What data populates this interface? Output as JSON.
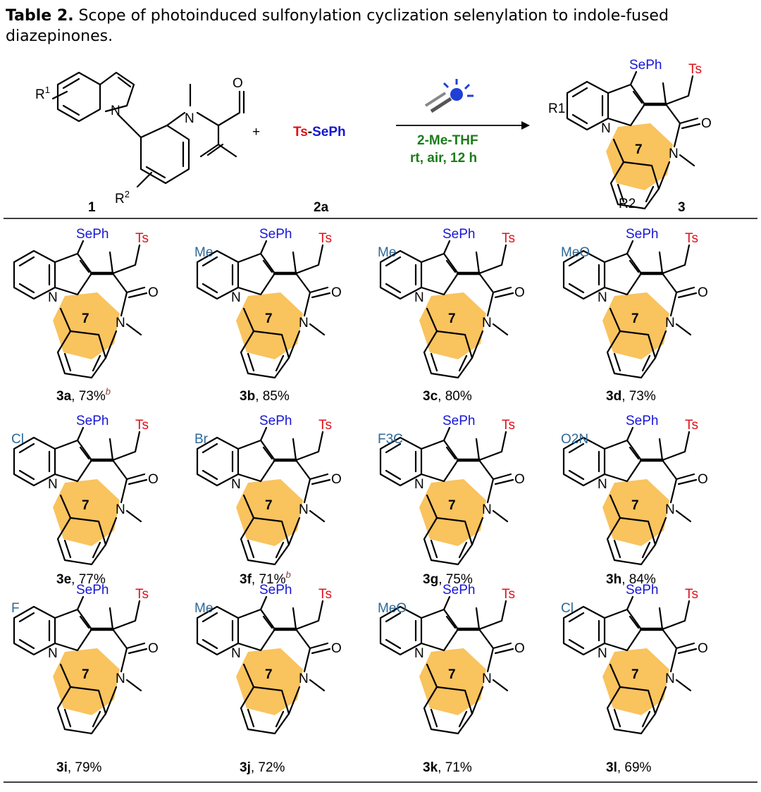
{
  "caption": {
    "label": "Table 2.",
    "text": " Scope of photoinduced sulfonylation cyclization selenylation to indole-fused diazepinones."
  },
  "colors": {
    "ts": "#e0101a",
    "seph": "#1616d6",
    "green": "#1a7d1a",
    "substituent": "#2e6896",
    "ring": "#f9c35e",
    "sup_b": "#8b3a3a"
  },
  "scheme": {
    "sm_label": "1",
    "r1": "R",
    "r1_sup": "1",
    "r2": "R",
    "r2_sup": "2",
    "plus": "+",
    "reagent_ts": "Ts",
    "reagent_dash": "-",
    "reagent_seph": "SePh",
    "reagent_label": "2a",
    "cond1": "2-Me-THF",
    "cond2": "rt, air, 12 h",
    "product_label": "3",
    "light_icon": "blue-led-icon"
  },
  "common": {
    "seph": "SePh",
    "ts": "Ts",
    "seven": "7",
    "o": "O",
    "n": "N"
  },
  "products": [
    {
      "id": "3a",
      "yield": "73%",
      "sup": "b",
      "sub": ""
    },
    {
      "id": "3b",
      "yield": "85%",
      "sup": "",
      "sub": "Me"
    },
    {
      "id": "3c",
      "yield": "80%",
      "sup": "",
      "sub": "Me"
    },
    {
      "id": "3d",
      "yield": "73%",
      "sup": "",
      "sub": "MeO"
    },
    {
      "id": "3e",
      "yield": "77%",
      "sup": "",
      "sub": "Cl"
    },
    {
      "id": "3f",
      "yield": "71%",
      "sup": "b",
      "sub": "Br"
    },
    {
      "id": "3g",
      "yield": "75%",
      "sup": "",
      "sub": "F3C"
    },
    {
      "id": "3h",
      "yield": "84%",
      "sup": "",
      "sub": "O2N"
    },
    {
      "id": "3i",
      "yield": "79%",
      "sup": "",
      "sub": "F"
    },
    {
      "id": "3j",
      "yield": "72%",
      "sup": "",
      "sub": "Me"
    },
    {
      "id": "3k",
      "yield": "71%",
      "sup": "",
      "sub": "MeO"
    },
    {
      "id": "3l",
      "yield": "69%",
      "sup": "",
      "sub": "Cl"
    }
  ]
}
